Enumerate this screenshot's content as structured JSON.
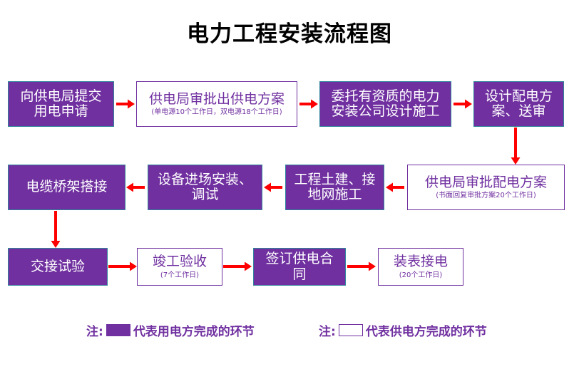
{
  "title": "电力工程安装流程图",
  "colors": {
    "customer_fill": "#7030A0",
    "customer_border": "#31849B",
    "utility_border": "#7030A0",
    "utility_text": "#7030A0",
    "arrow": "#FF0000",
    "title_text": "#000000",
    "background": "#FFFFFF"
  },
  "nodes": [
    {
      "id": "n1",
      "main": "向供电局提交\n用电申请",
      "sub": "",
      "type": "customer"
    },
    {
      "id": "n2",
      "main": "供电局审批出供电方案",
      "sub": "(单电源10个工作日，双电源18个工作日)",
      "type": "utility"
    },
    {
      "id": "n3",
      "main": "委托有资质的电力\n安装公司设计施工",
      "sub": "",
      "type": "customer"
    },
    {
      "id": "n4",
      "main": "设计配电方\n案、送审",
      "sub": "",
      "type": "customer"
    },
    {
      "id": "n5",
      "main": "供电局审批配电方案",
      "sub": "(书面回复审批方案20个工作日)",
      "type": "utility"
    },
    {
      "id": "n6",
      "main": "工程土建、接\n地网施工",
      "sub": "",
      "type": "customer"
    },
    {
      "id": "n7",
      "main": "设备进场安装、\n调试",
      "sub": "",
      "type": "customer"
    },
    {
      "id": "n8",
      "main": "电缆桥架搭接",
      "sub": "",
      "type": "customer"
    },
    {
      "id": "n9",
      "main": "交接试验",
      "sub": "",
      "type": "customer"
    },
    {
      "id": "n10",
      "main": "竣工验收",
      "sub": "(7个工作日)",
      "type": "utility"
    },
    {
      "id": "n11",
      "main": "签订供电合\n同",
      "sub": "",
      "type": "customer"
    },
    {
      "id": "n12",
      "main": "装表接电",
      "sub": "(20个工作日)",
      "type": "utility"
    }
  ],
  "legend": {
    "customer": {
      "prefix": "注:",
      "text": "代表用电方完成的环节"
    },
    "utility": {
      "prefix": "注:",
      "text": "代表供电方完成的环节"
    }
  }
}
